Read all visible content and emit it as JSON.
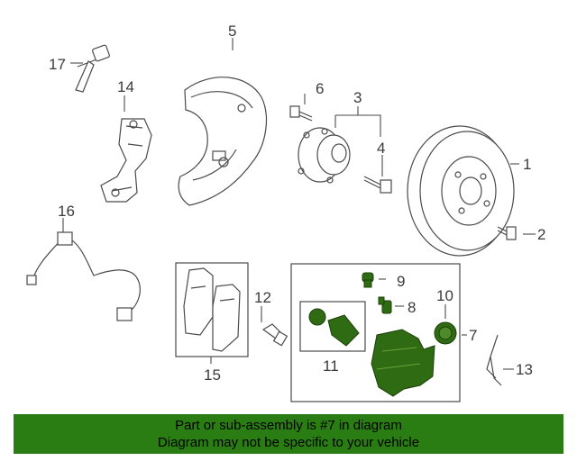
{
  "callouts": {
    "c1": "1",
    "c2": "2",
    "c3": "3",
    "c4": "4",
    "c5": "5",
    "c6": "6",
    "c7": "7",
    "c8": "8",
    "c9": "9",
    "c10": "10",
    "c11": "11",
    "c12": "12",
    "c13": "13",
    "c14": "14",
    "c15": "15",
    "c16": "16",
    "c17": "17"
  },
  "banner": {
    "line1": "Part or sub-assembly is #7 in diagram",
    "line2": "Diagram may not be specific to your vehicle"
  },
  "colors": {
    "banner_bg": "#2a7d12",
    "highlight_part": "#2f6b12",
    "line_art": "#4a4a4a"
  }
}
